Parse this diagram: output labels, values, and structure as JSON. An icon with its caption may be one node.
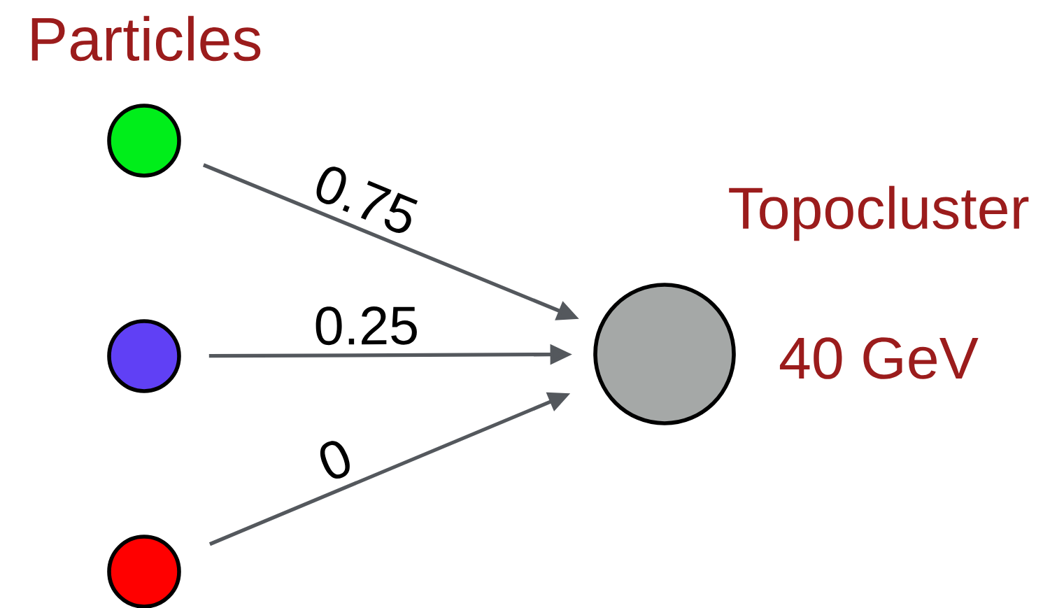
{
  "diagram": {
    "nodes": [
      {
        "text": [],
        "shape": "circle"
      },
      {
        "text": [],
        "shape": "circle"
      },
      {
        "text": [],
        "shape": "circle"
      },
      {
        "text": [],
        "shape": "circle",
        "beside": [
          "Topocluster",
          "40 GeV"
        ]
      }
    ],
    "edges": [
      {
        "from": 0,
        "to": 3,
        "arrow": "to",
        "label": "0.75"
      },
      {
        "from": 1,
        "to": 3,
        "arrow": "to",
        "label": "0.25"
      },
      {
        "from": 2,
        "to": 3,
        "arrow": "to",
        "label": "0"
      }
    ],
    "labels": [
      "Particles"
    ]
  }
}
